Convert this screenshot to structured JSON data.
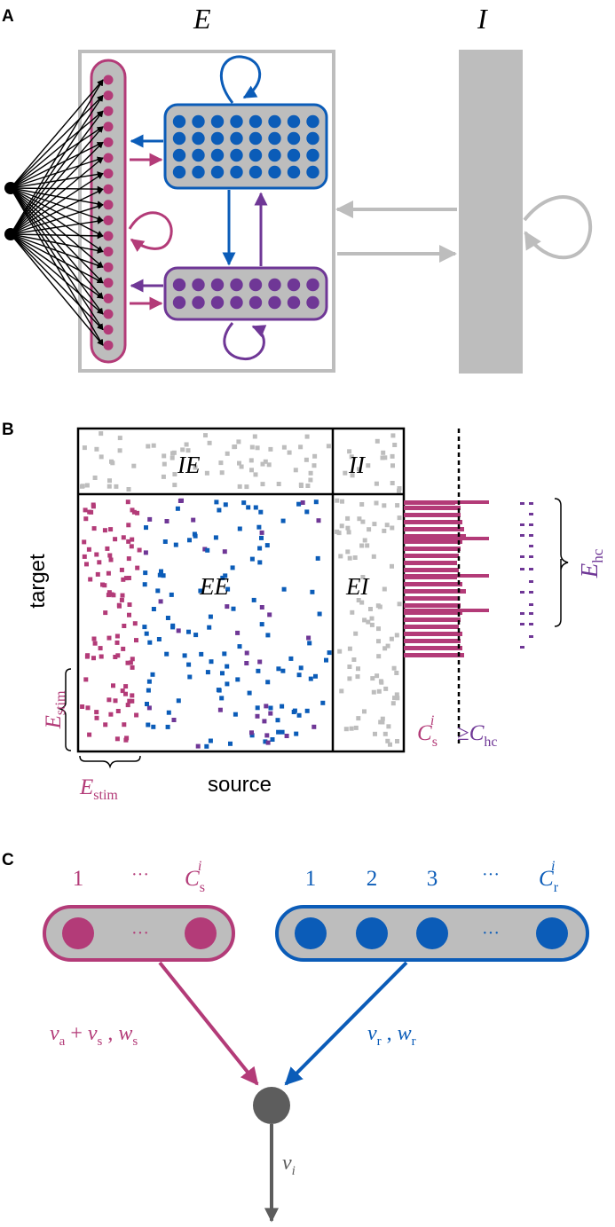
{
  "colors": {
    "stim": "#b33b78",
    "rand": "#0b5cb8",
    "hc": "#6f3796",
    "gray": "#bdbdbd",
    "dark": "#5d5d5d",
    "black": "#000000"
  },
  "panel_a": {
    "letter": "A",
    "label_e": "E",
    "label_i": "I"
  },
  "panel_b": {
    "letter": "B",
    "label_ie": "IE",
    "label_ii": "II",
    "label_ee": "EE",
    "label_ei": "EI",
    "ylabel": "target",
    "xlabel": "source",
    "estim_y_main": "E",
    "estim_y_sub": "stim",
    "estim_x_main": "E",
    "estim_x_sub": "stim",
    "cs_main": "C",
    "cs_sub": "s",
    "cs_sup": "i",
    "hc_prefix": "≥",
    "hc_main": "C",
    "hc_sub": "hc",
    "ehc_main": "E",
    "ehc_sub": "hc"
  },
  "panel_c": {
    "letter": "C",
    "stim_labels": [
      "1",
      "···"
    ],
    "stim_last_main": "C",
    "stim_last_sub": "s",
    "stim_last_sup": "i",
    "stim_dots": "···",
    "rand_labels": [
      "1",
      "2",
      "3",
      "···"
    ],
    "rand_last_main": "C",
    "rand_last_sub": "r",
    "rand_last_sup": "i",
    "rand_dots": "···",
    "stim_input": {
      "nu_a_main": "ν",
      "nu_a_sub": "a",
      "plus": "+",
      "nu_s_main": "ν",
      "nu_s_sub": "s",
      "comma": ",",
      "w_main": "w",
      "w_sub": "s"
    },
    "rand_input": {
      "nu_main": "ν",
      "nu_sub": "r",
      "comma": ",",
      "w_main": "w",
      "w_sub": "r"
    },
    "output_main": "ν",
    "output_sub": "i"
  }
}
